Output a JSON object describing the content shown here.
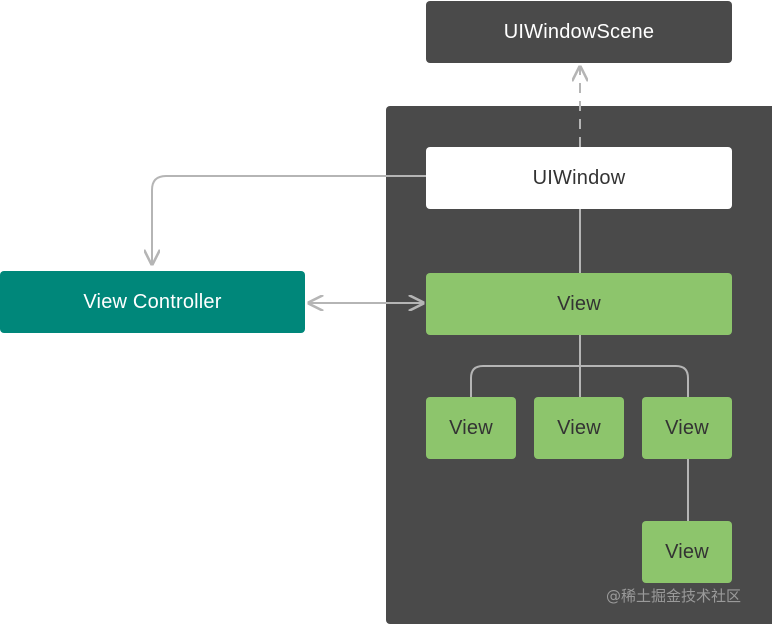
{
  "diagram": {
    "scene_label": "UIWindowScene",
    "window_label": "UIWindow",
    "controller_label": "View Controller",
    "root_view_label": "View",
    "subviews": [
      "View",
      "View",
      "View"
    ],
    "nested_view_label": "View"
  },
  "watermark": "@稀土掘金技术社区",
  "colors": {
    "dark_panel": "#4a4a4a",
    "view_green": "#8dc56c",
    "controller_teal": "#00877a",
    "window_white": "#ffffff",
    "connector_gray": "#b5b5b5"
  }
}
